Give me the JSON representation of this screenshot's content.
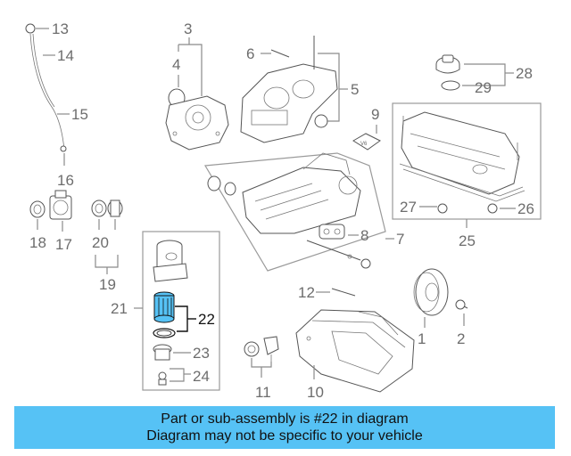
{
  "callouts": {
    "n1": "1",
    "n2": "2",
    "n3": "3",
    "n4": "4",
    "n5": "5",
    "n6": "6",
    "n7": "7",
    "n8": "8",
    "n9": "9",
    "n10": "10",
    "n11": "11",
    "n12": "12",
    "n13": "13",
    "n14": "14",
    "n15": "15",
    "n16": "16",
    "n17": "17",
    "n18": "18",
    "n19": "19",
    "n20": "20",
    "n21": "21",
    "n22": "22",
    "n23": "23",
    "n24": "24",
    "n25": "25",
    "n26": "26",
    "n27": "27",
    "n28": "28",
    "n29": "29"
  },
  "highlight_part": "22",
  "colors": {
    "highlight": "#56c2f5",
    "banner": "#56c2f5",
    "callout": "#6d6d6d"
  },
  "banner": {
    "line1": "Part or sub-assembly is #22 in diagram",
    "line2": "Diagram may not be specific to your vehicle"
  }
}
